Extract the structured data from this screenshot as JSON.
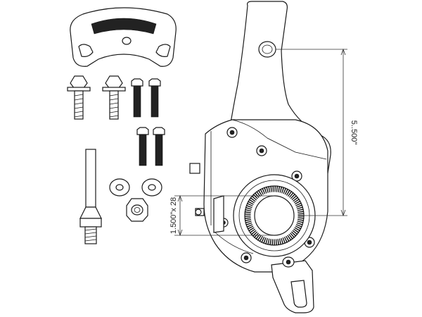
{
  "diagram": {
    "dimensions": {
      "height_label": "5..500\"",
      "spline_label": "1.500\"x 28"
    },
    "parts": [
      "mounting-bracket",
      "flange-bolt-left",
      "flange-bolt-right",
      "cap-screw-1",
      "cap-screw-2",
      "cap-screw-3",
      "cap-screw-4",
      "clevis-pin",
      "flat-washer-1",
      "flat-washer-2",
      "hex-nut",
      "slack-adjuster-body"
    ]
  }
}
